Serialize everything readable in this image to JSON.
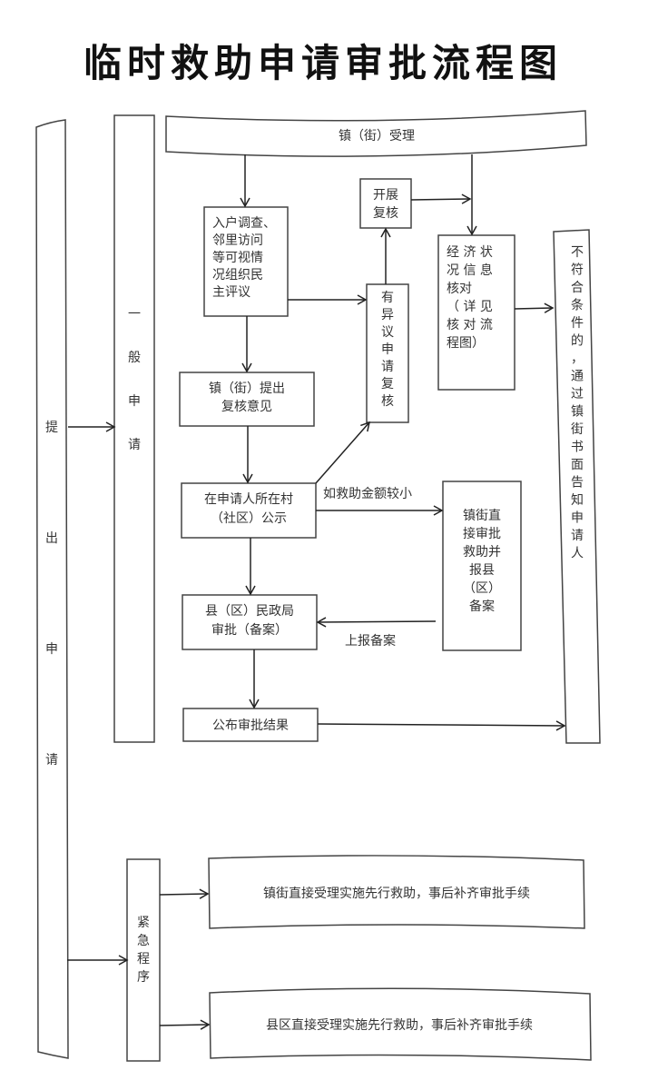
{
  "title": "临时救助申请审批流程图",
  "nodes": {
    "submit": {
      "label": "提出申请",
      "chars": [
        "提",
        "出",
        "申",
        "请"
      ]
    },
    "general": {
      "label": "一般申请",
      "chars": [
        "一",
        "般",
        "申",
        "请"
      ]
    },
    "emergency": {
      "label": "紧急程序",
      "chars": [
        "紧",
        "急",
        "程",
        "序"
      ]
    },
    "accept": {
      "label": "镇（街）受理"
    },
    "investigate": {
      "label": "入户调查、邻里访问等可视情况组织民主评议",
      "lines": [
        "入户调查、",
        "邻里访问",
        "等可视情",
        "况组织民",
        "主评议"
      ]
    },
    "review_start": {
      "label": "开展复核",
      "lines": [
        "开展",
        "复核"
      ]
    },
    "econ_check": {
      "label": "经济状况信息核对（详见核对流程图）",
      "lines": [
        "经 济 状",
        "况 信 息",
        "核对",
        "（ 详 见",
        "核 对 流",
        "程图）"
      ]
    },
    "objection": {
      "label": "有异议申请复核",
      "chars": [
        "有",
        "异",
        "议",
        "申",
        "请",
        "复",
        "核"
      ]
    },
    "not_eligible": {
      "label": "不符合条件的，通过镇街书面告知申请人",
      "chars": [
        "不",
        "符",
        "合",
        "条",
        "件",
        "的",
        "，",
        "通",
        "过",
        "镇",
        "街",
        "书",
        "面",
        "告",
        "知",
        "申",
        "请",
        "人"
      ]
    },
    "review_opinion": {
      "label": "镇（街）提出复核意见",
      "lines": [
        "镇（街）提出",
        "复核意见"
      ]
    },
    "publicize": {
      "label": "在申请人所在村（社区）公示",
      "lines": [
        "在申请人所在村",
        "（社区）公示"
      ]
    },
    "direct_approve": {
      "label": "镇街直接审批救助并报县（区）备案",
      "lines": [
        "镇街直",
        "接审批",
        "救助并",
        "报县",
        "（区）",
        "备案"
      ]
    },
    "county_approve": {
      "label": "县（区）民政局审批（备案）",
      "lines": [
        "县（区）民政局",
        "审批（备案）"
      ]
    },
    "publish": {
      "label": "公布审批结果"
    },
    "emerg_town": {
      "label": "镇街直接受理实施先行救助，事后补齐审批手续"
    },
    "emerg_county": {
      "label": "县区直接受理实施先行救助，事后补齐审批手续"
    }
  },
  "edge_labels": {
    "small_amount": "如救助金额较小",
    "report_filing": "上报备案"
  }
}
